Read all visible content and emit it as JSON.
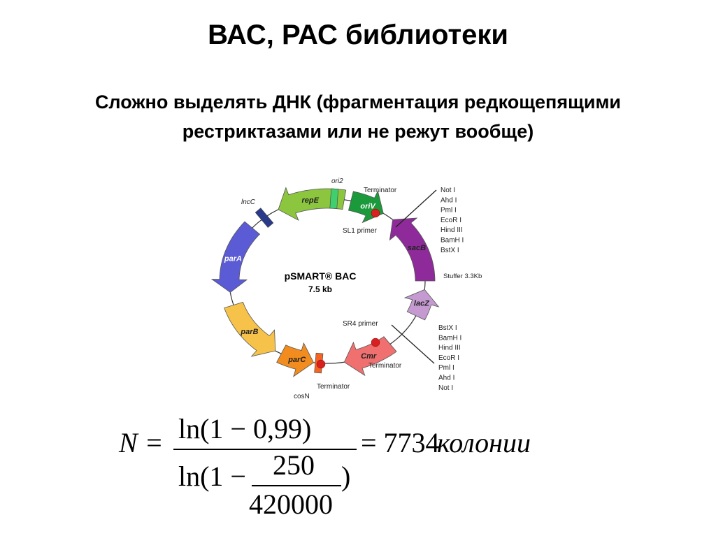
{
  "title": "ВАС, РАС библиотеки",
  "subtitle_line1": "Сложно выделять ДНК (фрагментация редкощепящими",
  "subtitle_line2": "рестриктазами или не режут вообще)",
  "plasmid": {
    "name": "pSMART® BAC",
    "size": "7.5 kb",
    "genes": [
      {
        "label": "repE",
        "color": "#8cc63f"
      },
      {
        "label": "oriV",
        "color": "#1a9a3a"
      },
      {
        "label": "parA",
        "color": "#5b5bd6"
      },
      {
        "label": "parB",
        "color": "#f7c24a"
      },
      {
        "label": "parC",
        "color": "#f28c1e"
      },
      {
        "label": "Cmr",
        "color": "#f07070"
      },
      {
        "label": "lacZ",
        "color": "#c49ad0"
      },
      {
        "label": "sacB",
        "color": "#8e2a9a"
      }
    ],
    "elements": {
      "ori2": "ori2",
      "lncC": "lncC",
      "cosN": "cosN"
    },
    "terminator": "Terminator",
    "sl1_primer": "SL1 primer",
    "sr4_primer": "SR4 primer",
    "stuffer": "Stuffer 3.3Kb",
    "sites_top": [
      "Not I",
      "Ahd I",
      "Pml I",
      "EcoR I",
      "Hind III",
      "BamH I",
      "BstX I"
    ],
    "sites_bottom": [
      "BstX I",
      "BamH I",
      "Hind III",
      "EcoR I",
      "Pml I",
      "Ahd I",
      "Not I"
    ]
  },
  "formula": {
    "lhs": "N =",
    "numerator": "ln(1 − 0,99)",
    "denominator_prefix": "ln(1 −",
    "inner_numerator": "250",
    "inner_denominator": "420000",
    "denominator_suffix": ")",
    "result": "= 7734",
    "unit": "колонии"
  }
}
